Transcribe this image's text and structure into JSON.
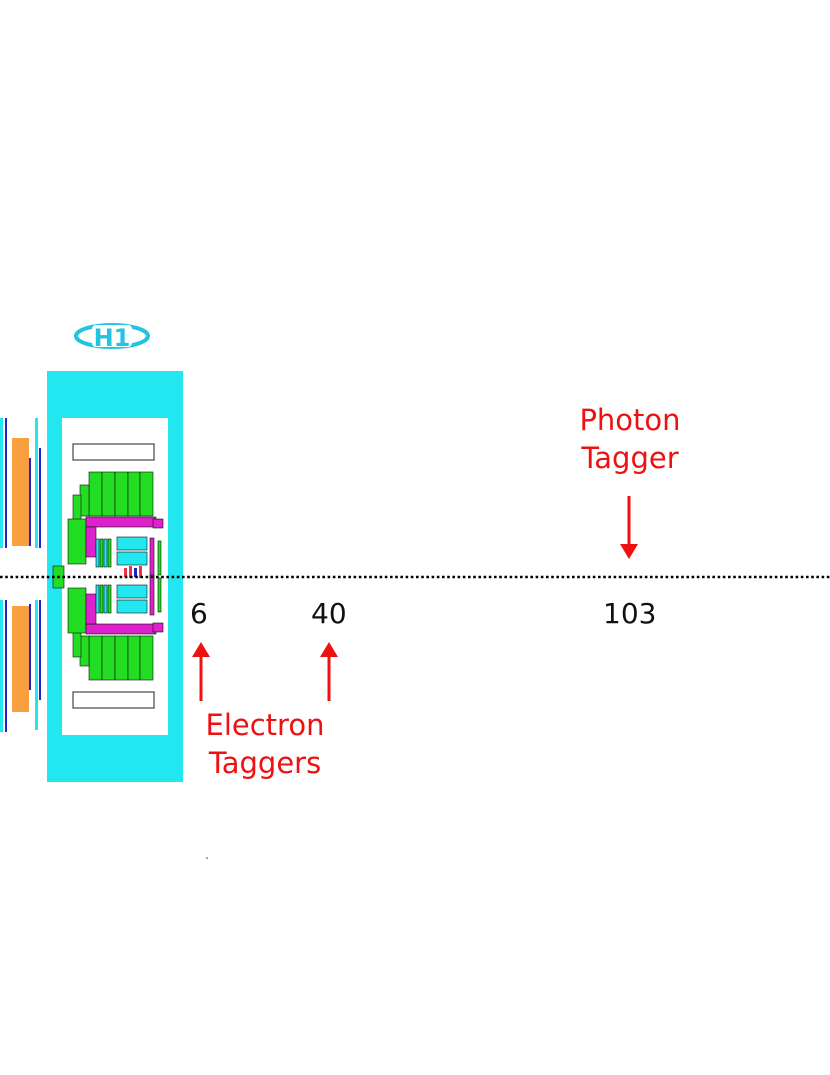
{
  "logo": {
    "text": "H1",
    "color": "#22c4e0"
  },
  "distances": [
    "6",
    "40",
    "103"
  ],
  "labels": {
    "photon_tagger": [
      "Photon",
      "Tagger"
    ],
    "electron_taggers": [
      "Electron",
      "Taggers"
    ]
  },
  "colors": {
    "annotation": "#ee1111",
    "detector_frame": "#22e6f0",
    "calorimeter": "#22dd22",
    "magenta": "#dd22cc",
    "orange": "#f8a040",
    "blue": "#2222cc",
    "beamline": "#000000"
  }
}
